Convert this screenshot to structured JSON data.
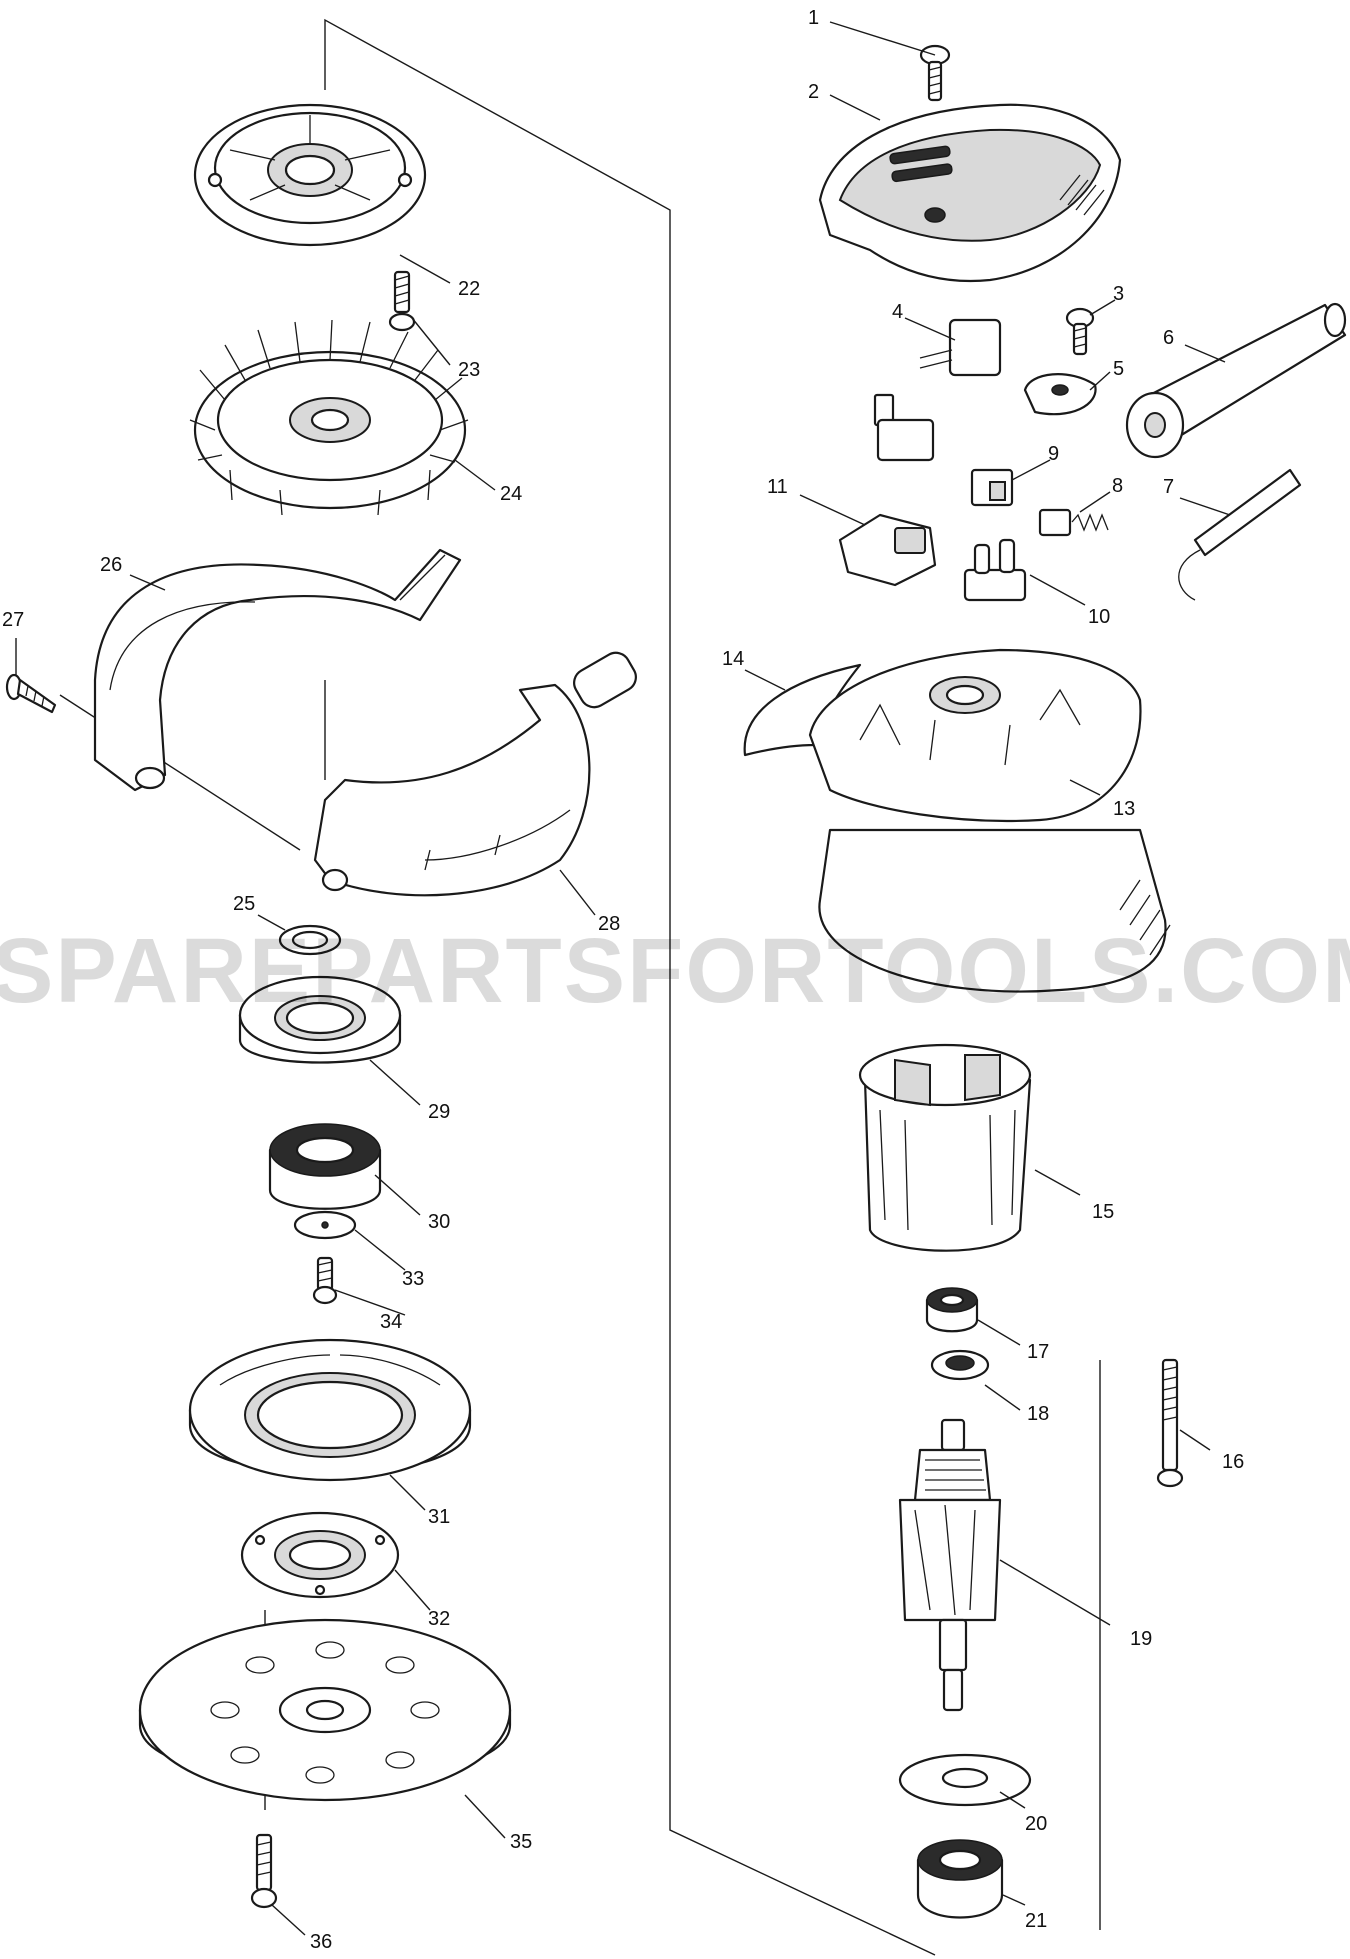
{
  "diagram": {
    "watermark": "SPAREPARTSFORTOOLS.COM.AU",
    "callouts": {
      "c1": "1",
      "c2": "2",
      "c3": "3",
      "c4": "4",
      "c5": "5",
      "c6": "6",
      "c7": "7",
      "c8": "8",
      "c9": "9",
      "c10": "10",
      "c11": "11",
      "c13": "13",
      "c14": "14",
      "c15": "15",
      "c16": "16",
      "c17": "17",
      "c18": "18",
      "c19": "19",
      "c20": "20",
      "c21": "21",
      "c22": "22",
      "c23": "23",
      "c24": "24",
      "c25": "25",
      "c26": "26",
      "c27": "27",
      "c28": "28",
      "c29": "29",
      "c30": "30",
      "c31": "31",
      "c32": "32",
      "c33": "33",
      "c34": "34",
      "c35": "35",
      "c36": "36"
    }
  }
}
